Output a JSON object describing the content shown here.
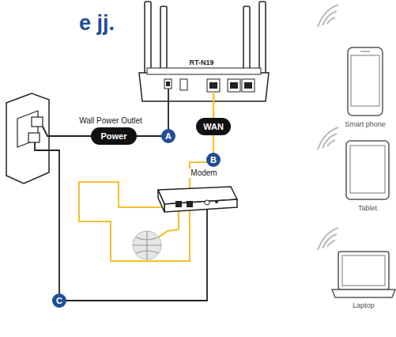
{
  "diagram": {
    "nodes": [
      {
        "text": [
          "Power"
        ]
      },
      {
        "text": [
          "WAN"
        ]
      },
      {
        "text": [
          "A"
        ]
      },
      {
        "text": [
          "B"
        ]
      },
      {
        "text": [
          "C"
        ]
      }
    ],
    "labels": [
      "e jj.",
      "RT-N19",
      "Wall Power Outlet",
      "Modem",
      "Smart phone",
      "Tablet",
      "Laptop"
    ]
  }
}
